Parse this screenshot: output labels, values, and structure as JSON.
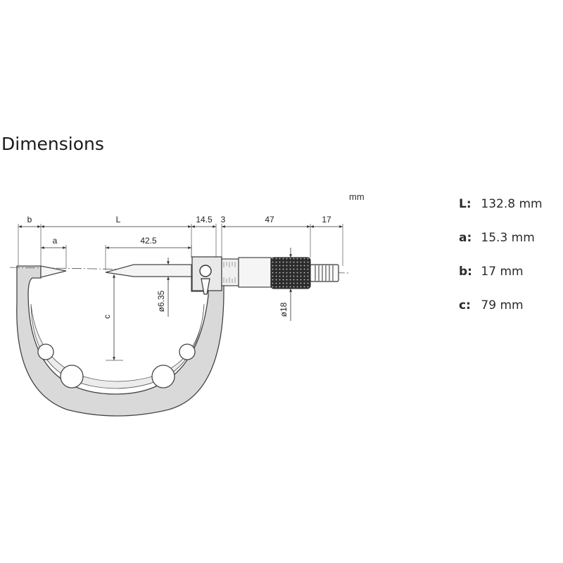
{
  "heading": "Dimensions",
  "unit": "mm",
  "drawing": {
    "labels": {
      "b": "b",
      "L": "L",
      "a": "a",
      "c": "c",
      "d145": "14.5",
      "d3": "3",
      "d47": "47",
      "d17": "17",
      "d425": "42.5",
      "d635": "ø6.35",
      "d18": "ø18"
    }
  },
  "specs": [
    {
      "key": "L:",
      "value": "132.8 mm"
    },
    {
      "key": "a:",
      "value": "15.3 mm"
    },
    {
      "key": "b:",
      "value": "17 mm"
    },
    {
      "key": "c:",
      "value": "79 mm"
    }
  ],
  "colors": {
    "frame": "#d9d9d9",
    "outline": "#444444",
    "knurl": "#2a2a2a"
  }
}
